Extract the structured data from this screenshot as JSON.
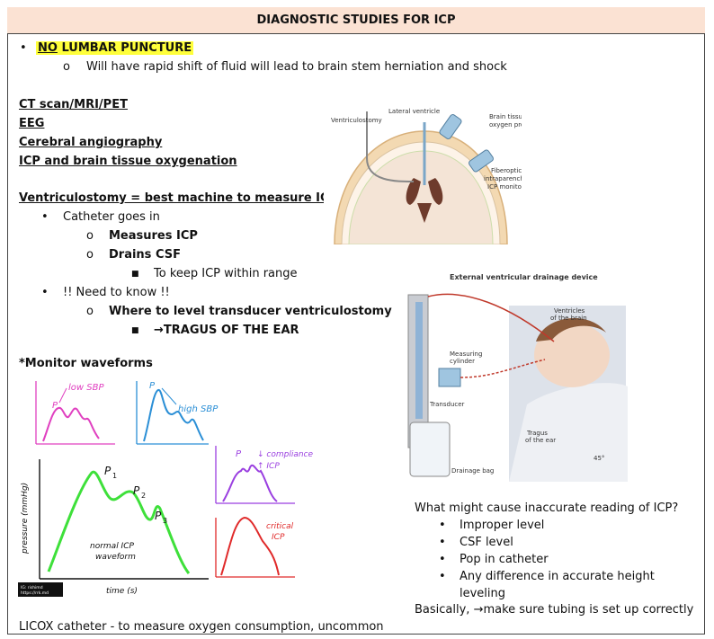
{
  "title": "DIAGNOSTIC STUDIES FOR ICP",
  "lp": {
    "no": "NO",
    "rest": " LUMBAR PUNCTURE",
    "sub": "Will have rapid shift of fluid will lead to brain stem herniation and shock"
  },
  "studies": [
    "CT scan/MRI/PET",
    "EEG",
    "Cerebral angiography",
    "ICP and brain tissue oxygenation"
  ],
  "ventric": {
    "heading": "Ventriculostomy = best machine to measure ICP",
    "b1": "Catheter goes in",
    "b1a": "Measures ICP",
    "b1b": "Drains CSF",
    "b1b1": "To keep ICP within range",
    "b2": "!! Need to know !!",
    "b2a": "Where to level transducer ventriculostomy?",
    "b2a1": "→TRAGUS OF THE EAR"
  },
  "waveforms": {
    "heading": "*Monitor waveforms",
    "low_sbp": "low SBP",
    "high_sbp": "high SBP",
    "p1": "P",
    "p1s": "1",
    "p2": "P",
    "p2s": "2",
    "p3": "P",
    "p3s": "3",
    "compliance": "↓ compliance",
    "icp_up": "↑ ICP",
    "critical": "critical",
    "critical_icp": "ICP",
    "normal1": "normal ICP",
    "normal2": "waveform",
    "ylabel": "pressure (mmHg)",
    "xlabel": "time (s)",
    "credit1": "IG: rishimd",
    "credit2": "https://rrk.md"
  },
  "brain_fig": {
    "ventriculostomy": "Ventriculostomy",
    "lateral": "Lateral ventricle",
    "probe1": "Brain tissue",
    "probe2": "oxygen probe",
    "fib1": "Fiberoptic",
    "fib2": "intraparenchymal",
    "fib3": "ICP monitor"
  },
  "evd_fig": {
    "title": "External ventricular drainage device",
    "ventricles1": "Ventricles",
    "ventricles2": "of the brain",
    "measuring1": "Measuring",
    "measuring2": "cylinder",
    "transducer": "Transducer",
    "tragus1": "Tragus",
    "tragus2": "of the ear",
    "bag": "Drainage bag",
    "angle": "45°"
  },
  "inaccurate": {
    "question": "What might cause inaccurate reading of ICP?",
    "items": [
      "Improper level",
      "CSF level",
      "Pop in catheter",
      "Any difference in accurate height"
    ],
    "continuation": "leveling",
    "summary": "Basically, →make sure tubing is set up correctly"
  },
  "licox": "LICOX catheter - to measure oxygen consumption, uncommon",
  "colors": {
    "title_bg": "#fbe2d3",
    "highlight": "#ffff3a",
    "pink": "#e040c0",
    "blue": "#2b8fd6",
    "green": "#3ee03a",
    "purple": "#9a3fe0",
    "red": "#e02a2a"
  }
}
